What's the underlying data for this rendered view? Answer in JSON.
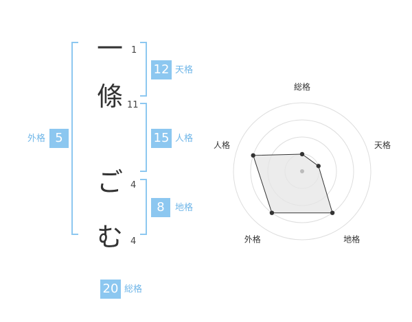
{
  "colors": {
    "accent": "#8cc7f0",
    "label_text": "#6fb6e8",
    "character_text": "#333333",
    "radar_grid": "#dddddd",
    "radar_fill": "#e6e6e6",
    "radar_stroke": "#333333"
  },
  "name_chars": [
    {
      "char": "一",
      "strokes": "1"
    },
    {
      "char": "條",
      "strokes": "11"
    },
    {
      "char": "ご",
      "strokes": "4"
    },
    {
      "char": "む",
      "strokes": "4"
    }
  ],
  "fortune": {
    "tenkaku": {
      "value": "12",
      "label": "天格"
    },
    "jinkaku": {
      "value": "15",
      "label": "人格"
    },
    "chikaku": {
      "value": "8",
      "label": "地格"
    },
    "gaikaku": {
      "value": "5",
      "label": "外格"
    },
    "soukaku": {
      "value": "20",
      "label": "総格"
    }
  },
  "chart_data": {
    "type": "radar",
    "axes": [
      "総格",
      "天格",
      "地格",
      "外格",
      "人格"
    ],
    "values": [
      1,
      1,
      3,
      3,
      3
    ],
    "rmax": 4,
    "rings": 4
  }
}
